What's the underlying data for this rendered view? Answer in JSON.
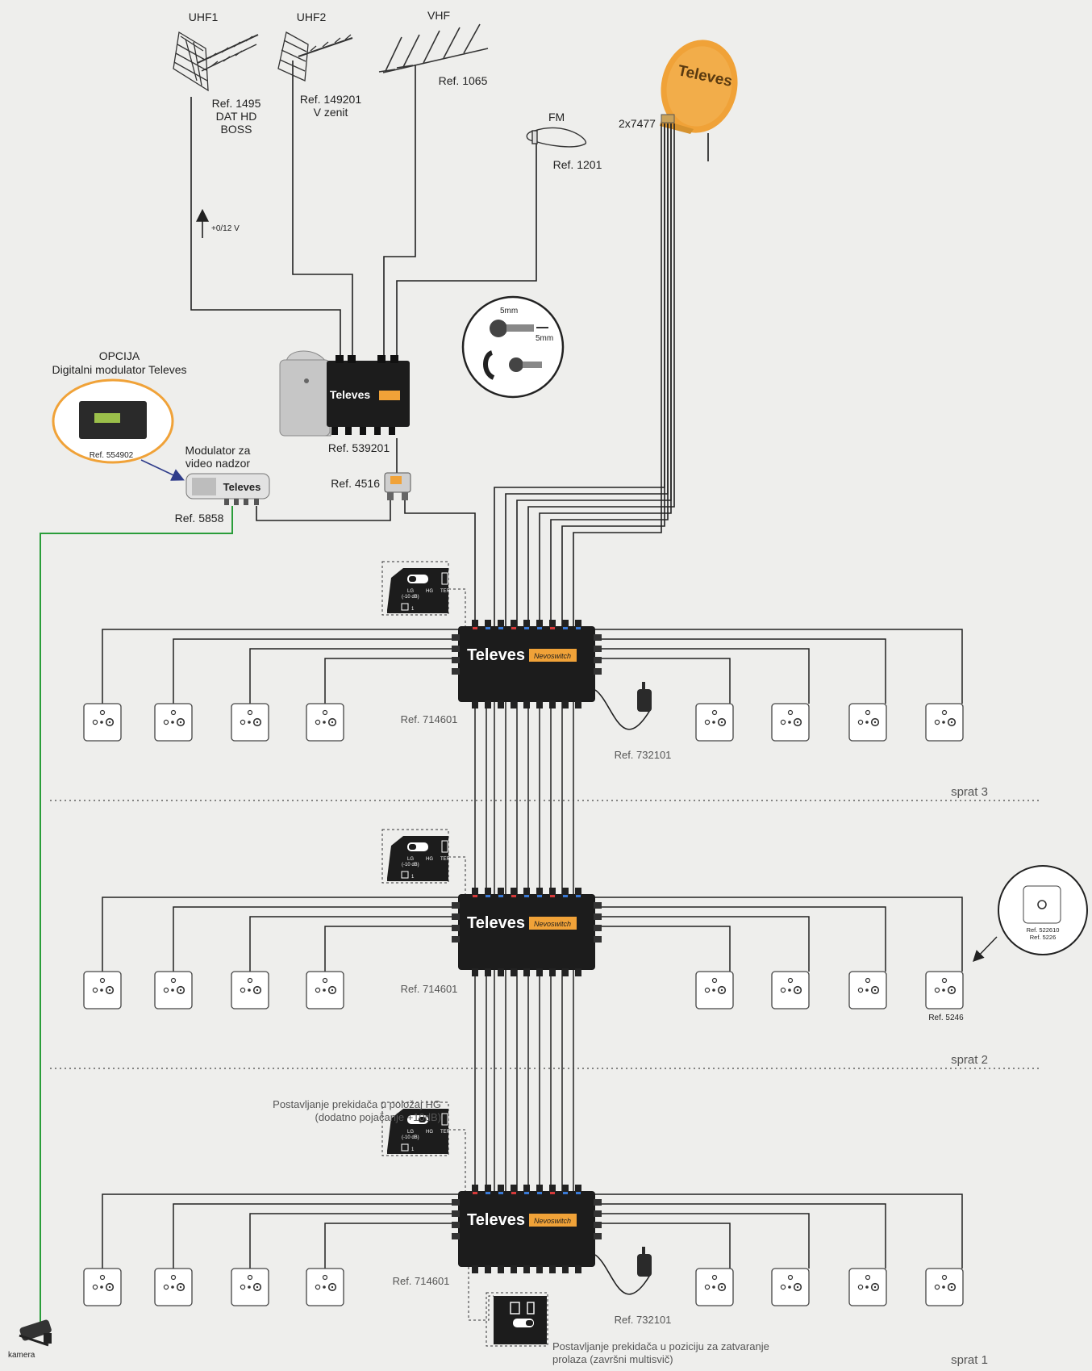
{
  "antennas": {
    "uhf1": {
      "name": "UHF1",
      "ref": "Ref. 1495",
      "model_line1": "DAT HD",
      "model_line2": "BOSS"
    },
    "uhf2": {
      "name": "UHF2",
      "ref": "Ref. 149201",
      "model": "V zenit"
    },
    "vhf": {
      "name": "VHF",
      "ref": "Ref. 1065"
    },
    "fm": {
      "name": "FM",
      "ref": "Ref. 1201"
    },
    "dish": {
      "brand": "Televes",
      "lnb": "2x7477"
    }
  },
  "power_note": "+0/12 V",
  "amplifier": {
    "brand": "Televes",
    "ref": "Ref. 539201"
  },
  "splitter": {
    "ref": "Ref. 4516"
  },
  "connector_detail": {
    "dim1": "5mm",
    "dim2": "5mm"
  },
  "option": {
    "title": "OPCIJA",
    "subtitle": "Digitalni modulator Televes",
    "ref": "Ref. 554902"
  },
  "modulator": {
    "label_line1": "Modulator za",
    "label_line2": "video nadzor",
    "brand": "Televes",
    "ref": "Ref. 5858"
  },
  "multiswitches": [
    {
      "brand": "Televes",
      "badge": "Nevoswitch",
      "ref": "Ref. 714601",
      "psu_ref": "Ref. 732101",
      "floor": "sprat 3"
    },
    {
      "brand": "Televes",
      "badge": "Nevoswitch",
      "ref": "Ref. 714601",
      "floor": "sprat 2"
    },
    {
      "brand": "Televes",
      "badge": "Nevoswitch",
      "ref": "Ref. 714601",
      "psu_ref": "Ref. 732101",
      "floor": "sprat 1"
    }
  ],
  "switch_labels": {
    "lg": "LG",
    "lg2": "(-10 dB)",
    "hg": "HG",
    "ter": "TER",
    "one": "1"
  },
  "socket_note": {
    "ref_a": "Ref. 522610",
    "ref_b": "Ref. 5226",
    "outlet_ref": "Ref. 5246"
  },
  "hg_note": {
    "line1": "Postavljanje prekidača u položaj HG",
    "line2": "(dodatno pojačanje +10dB)"
  },
  "term_note": {
    "line1": "Postavljanje prekidača u poziciju za zatvaranje",
    "line2": "prolaza (završni multisvič)"
  },
  "camera": "kamera",
  "colors": {
    "orange": "#f0a238",
    "video_line": "#2a9d3a",
    "arrow": "#2f3c8a",
    "device": "#1c1c1c"
  }
}
